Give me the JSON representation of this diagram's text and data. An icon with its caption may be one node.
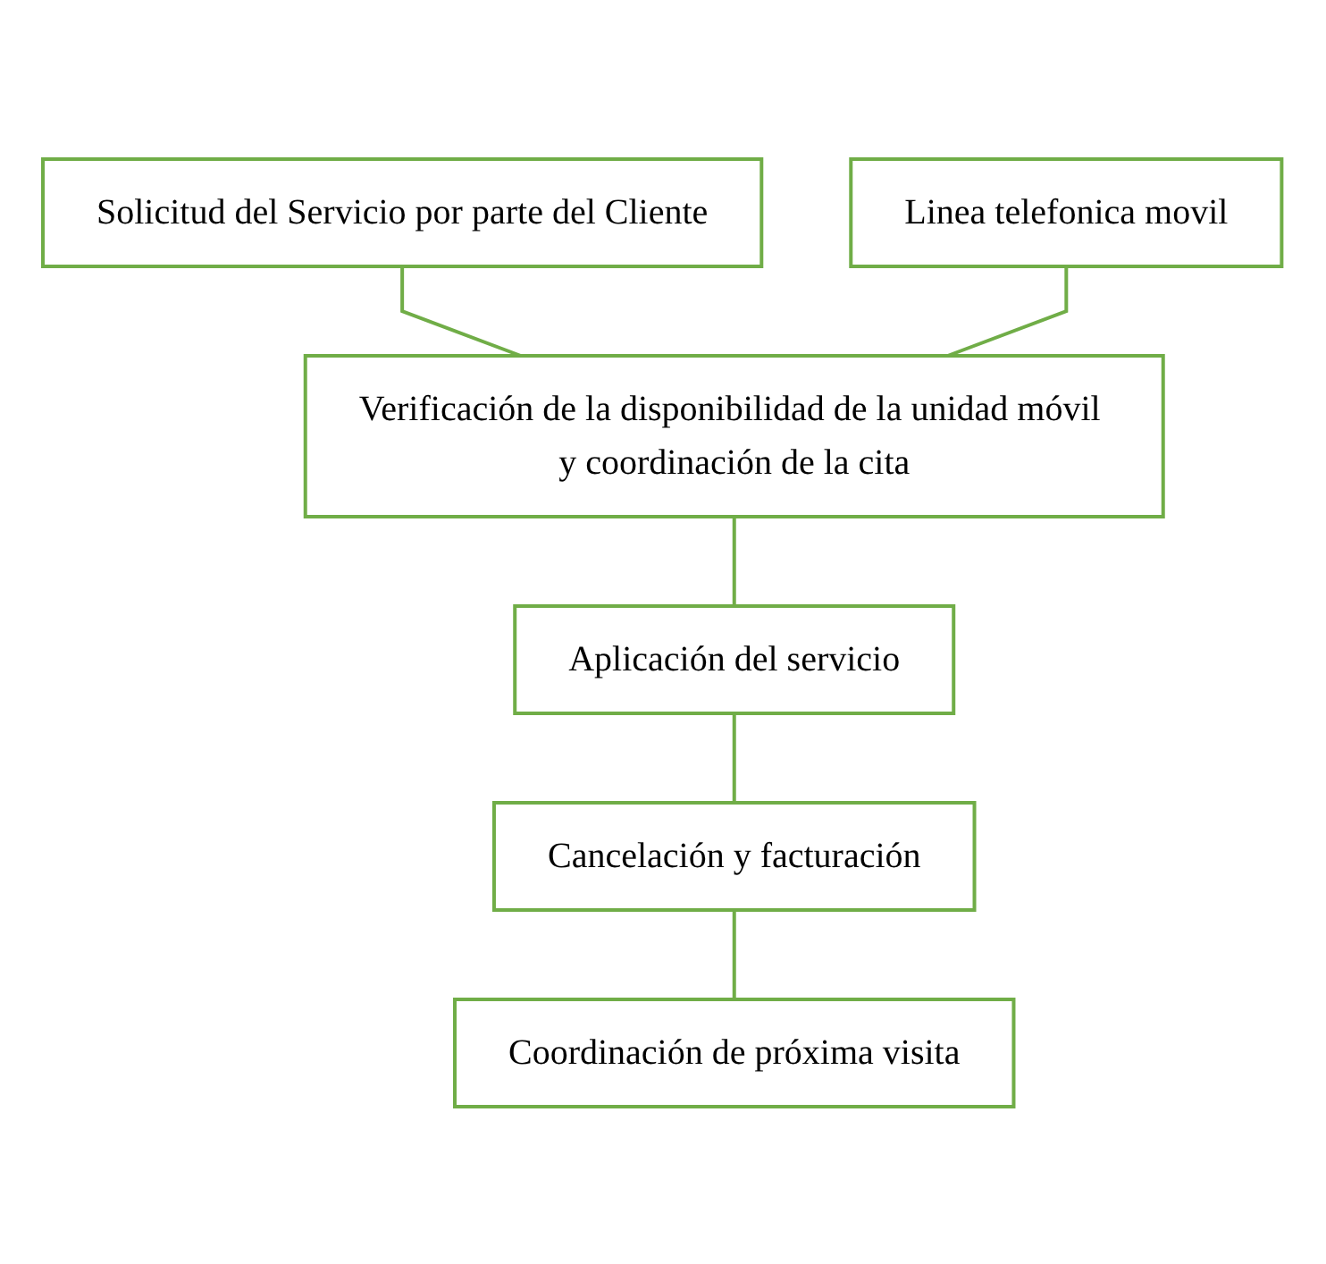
{
  "diagram": {
    "nodes": [
      {
        "text": [
          "Solicitud del Servicio por parte del Cliente"
        ]
      },
      {
        "text": [
          "Linea telefonica movil"
        ]
      },
      {
        "text": [
          "Verificación de la disponibilidad de la unidad móvil y coordinación de la cita"
        ]
      },
      {
        "text": [
          "Aplicación del servicio"
        ]
      },
      {
        "text": [
          "Cancelación y facturación"
        ]
      },
      {
        "text": [
          "Coordinación de próxima visita"
        ]
      }
    ],
    "edges": [
      {
        "from": 0,
        "to": 2,
        "arrow": "none"
      },
      {
        "from": 1,
        "to": 2,
        "arrow": "none"
      },
      {
        "from": 2,
        "to": 3,
        "arrow": "none"
      },
      {
        "from": 3,
        "to": 4,
        "arrow": "none"
      },
      {
        "from": 4,
        "to": 5,
        "arrow": "none"
      }
    ]
  }
}
